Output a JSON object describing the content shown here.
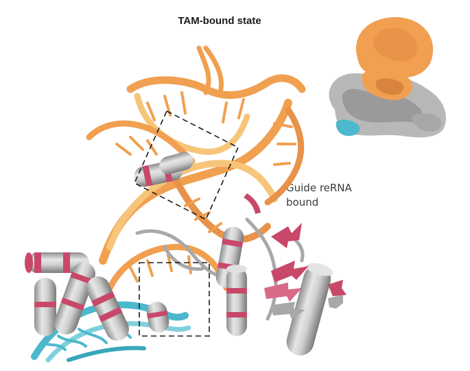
{
  "title": "TAM-bound state",
  "annotation": {
    "line1": "Guide reRNA",
    "line2": "bound"
  },
  "colors": {
    "rna_orange": "#f0a050",
    "rna_light": "#f7c57a",
    "protein_gray": "#c8c8c8",
    "protein_highlight": "#c8486a",
    "dna_cyan": "#5cc0d0",
    "box_dash": "#1a1a1a",
    "text": "#3a3a3a"
  },
  "icons": {
    "main_structure": "ribbon-cartoon-structure",
    "inset_density": "cryo-em-density-map",
    "box_upper": "dashed-zoom-box-rotated",
    "box_lower": "dashed-zoom-box"
  }
}
